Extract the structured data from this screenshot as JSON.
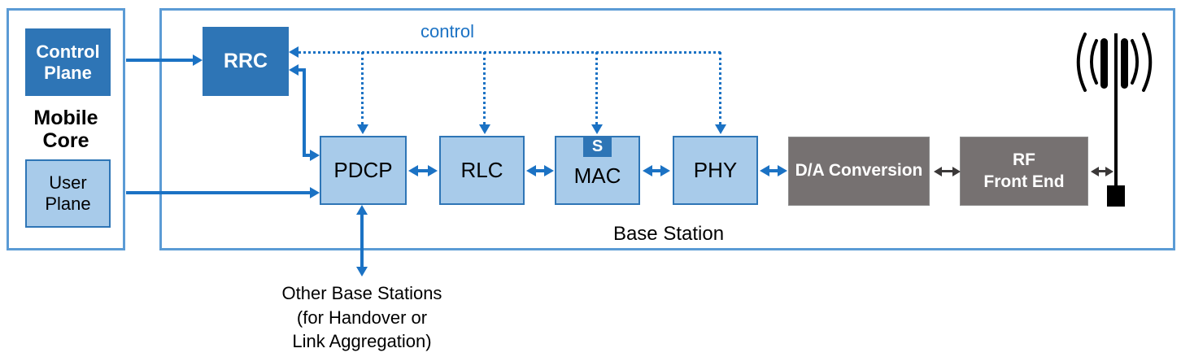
{
  "colors": {
    "dark_blue": "#2E75B6",
    "light_blue": "#A8CBEA",
    "outer_border": "#5B9BD5",
    "gray_fill": "#767171",
    "arrow_blue": "#1B72C4",
    "arrow_dark": "#3B3838"
  },
  "mobile_core": {
    "title": "Mobile\nCore",
    "control_plane": "Control Plane",
    "user_plane": "User Plane"
  },
  "base_station": {
    "title": "Base Station",
    "control_label": "control",
    "rrc": "RRC",
    "pdcp": "PDCP",
    "rlc": "RLC",
    "mac": "MAC",
    "scheduler": "S",
    "phy": "PHY",
    "da_conversion": "D/A Conversion",
    "rf_front_end": "RF\nFront End"
  },
  "footnote": {
    "other_base_stations": "Other Base Stations\n(for Handover or\nLink Aggregation)"
  },
  "icons": {
    "antenna": "antenna-icon"
  }
}
